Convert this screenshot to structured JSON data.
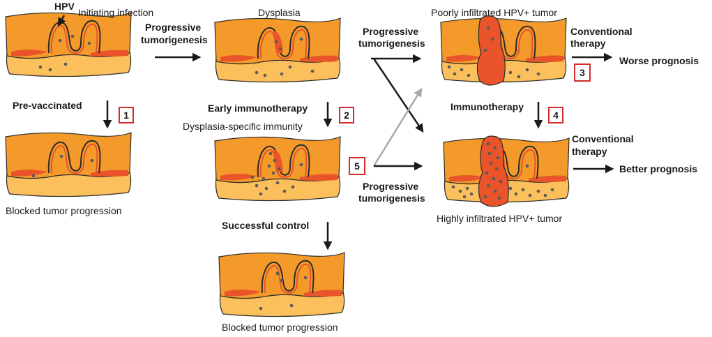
{
  "labels": {
    "hpv": "HPV",
    "initiating_infection": "Initiating infection",
    "progressive_tumorigenesis_1_line1": "Progressive",
    "progressive_tumorigenesis_1_line2": "tumorigenesis",
    "dysplasia": "Dysplasia",
    "poorly_infiltrated": "Poorly infiltrated HPV+ tumor",
    "progressive_tumorigenesis_2_line1": "Progressive",
    "progressive_tumorigenesis_2_line2": "tumorigenesis",
    "conventional_therapy_1_line1": "Conventional",
    "conventional_therapy_1_line2": "therapy",
    "worse_prognosis": "Worse prognosis",
    "pre_vaccinated": "Pre-vaccinated",
    "early_immunotherapy": "Early immunotherapy",
    "immunotherapy": "Immunotherapy",
    "dysplasia_specific_immunity": "Dysplasia-specific immunity",
    "conventional_therapy_2_line1": "Conventional",
    "conventional_therapy_2_line2": "therapy",
    "better_prognosis": "Better prognosis",
    "progressive_tumorigenesis_3_line1": "Progressive",
    "progressive_tumorigenesis_3_line2": "tumorigenesis",
    "blocked_progression_1": "Blocked tumor progression",
    "highly_infiltrated": "Highly infiltrated HPV+ tumor",
    "successful_control": "Successful control",
    "blocked_progression_2": "Blocked tumor progression"
  },
  "badges": {
    "b1": "1",
    "b2": "2",
    "b3": "3",
    "b4": "4",
    "b5": "5"
  },
  "colors": {
    "epithelium": "#f39a2a",
    "stroma": "#fbbf5c",
    "lesion": "#e9542a",
    "outline": "#2b2b2b",
    "immune_cell": "#5a5a5a",
    "badge_border": "#d42b2b",
    "arrow": "#1a1a1a",
    "arrow_grey": "#a8a8a8"
  }
}
